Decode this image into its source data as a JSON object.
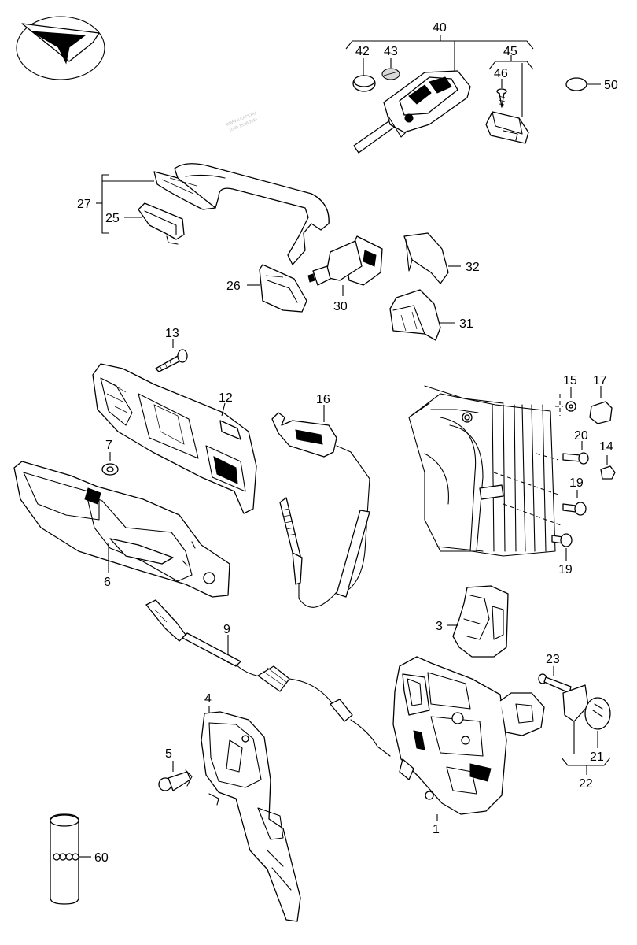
{
  "watermark": [
    "WWW.ILCATS.RU",
    "10:35 15.06.2021"
  ],
  "callouts": [
    {
      "id": "40",
      "label": "40"
    },
    {
      "id": "42",
      "label": "42"
    },
    {
      "id": "43",
      "label": "43"
    },
    {
      "id": "45",
      "label": "45"
    },
    {
      "id": "46",
      "label": "46"
    },
    {
      "id": "50",
      "label": "50"
    },
    {
      "id": "27",
      "label": "27"
    },
    {
      "id": "25",
      "label": "25"
    },
    {
      "id": "26",
      "label": "26"
    },
    {
      "id": "30",
      "label": "30"
    },
    {
      "id": "32",
      "label": "32"
    },
    {
      "id": "31",
      "label": "31"
    },
    {
      "id": "13",
      "label": "13"
    },
    {
      "id": "12",
      "label": "12"
    },
    {
      "id": "16",
      "label": "16"
    },
    {
      "id": "15",
      "label": "15"
    },
    {
      "id": "17",
      "label": "17"
    },
    {
      "id": "20",
      "label": "20"
    },
    {
      "id": "14",
      "label": "14"
    },
    {
      "id": "19a",
      "label": "19"
    },
    {
      "id": "19b",
      "label": "19"
    },
    {
      "id": "7",
      "label": "7"
    },
    {
      "id": "6",
      "label": "6"
    },
    {
      "id": "3",
      "label": "3"
    },
    {
      "id": "9",
      "label": "9"
    },
    {
      "id": "23",
      "label": "23"
    },
    {
      "id": "4",
      "label": "4"
    },
    {
      "id": "5",
      "label": "5"
    },
    {
      "id": "21",
      "label": "21"
    },
    {
      "id": "22",
      "label": "22"
    },
    {
      "id": "1",
      "label": "1"
    },
    {
      "id": "60",
      "label": "60"
    }
  ]
}
